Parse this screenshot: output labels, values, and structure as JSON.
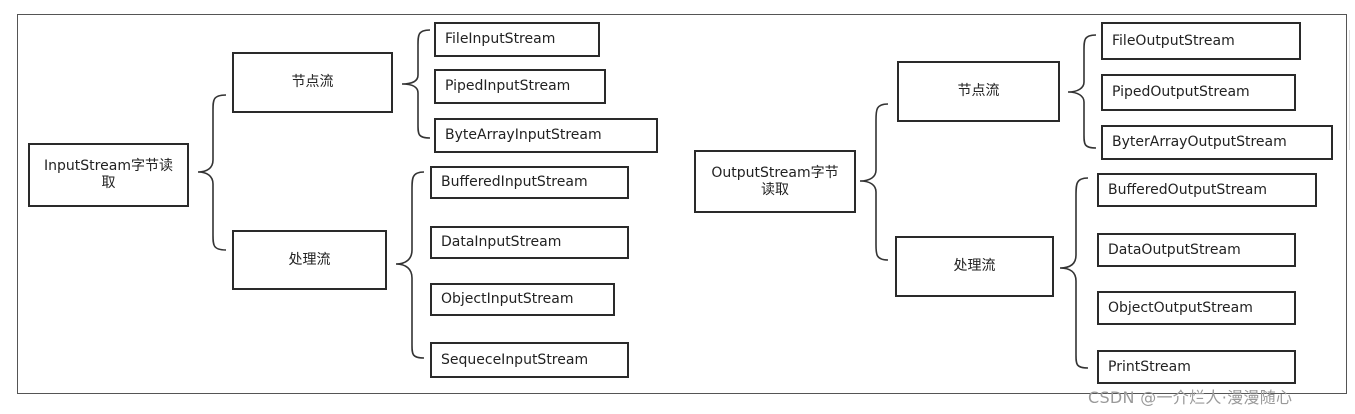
{
  "input": {
    "root": "InputStream字节读取",
    "node_group": "节点流",
    "process_group": "处理流",
    "node_streams": [
      "FileInputStream",
      "PipedInputStream",
      "ByteArrayInputStream"
    ],
    "process_streams": [
      "BufferedInputStream",
      "DataInputStream",
      "ObjectInputStream",
      "SequeceInputStream"
    ]
  },
  "output": {
    "root": "OutputStream字节读取",
    "node_group": "节点流",
    "process_group": "处理流",
    "node_streams": [
      "FileOutputStream",
      "PipedOutputStream",
      "ByterArrayOutputStream"
    ],
    "process_streams": [
      "BufferedOutputStream",
      "DataOutputStream",
      "ObjectOutputStream",
      "PrintStream"
    ]
  },
  "watermark": "CSDN @一介烂人·漫漫随心"
}
